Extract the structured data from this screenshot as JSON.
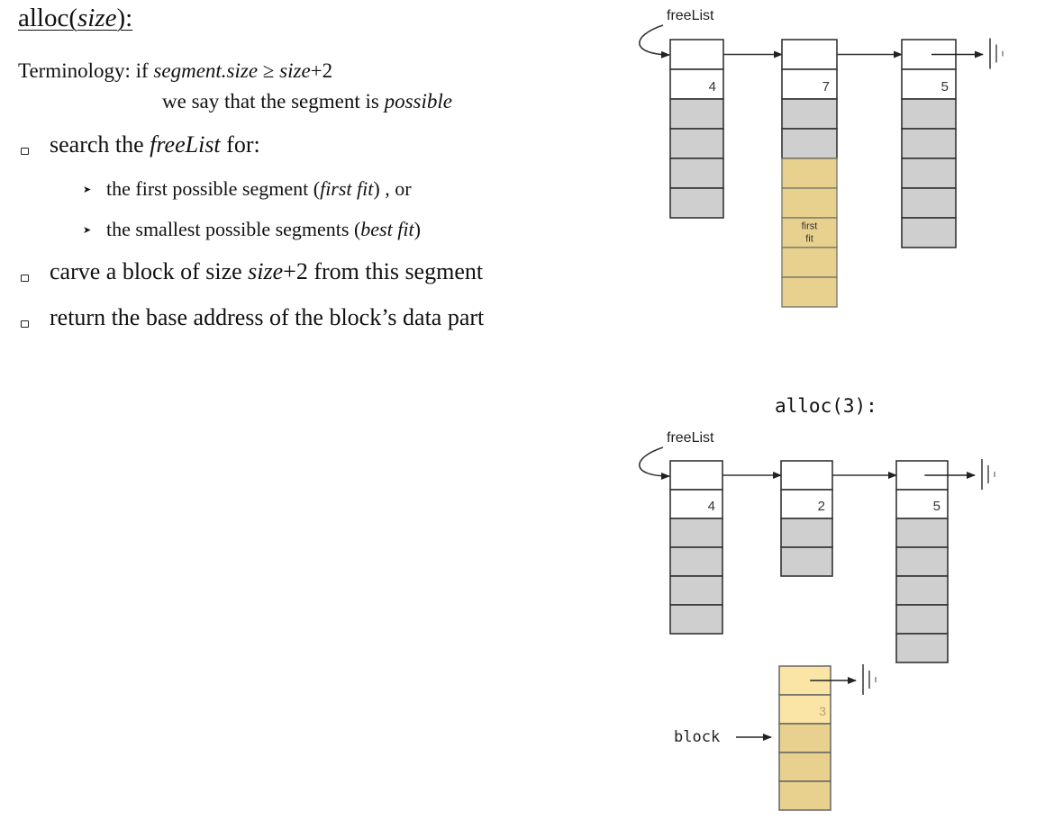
{
  "slide": {
    "title_main": "alloc(",
    "title_arg": "size",
    "title_end": "):",
    "terminology": {
      "label": "Terminology: if ",
      "expr_left": "segment.size",
      "op": " ≥ ",
      "expr_right_var": "size",
      "expr_right_rest": "+2",
      "line2_text": "we say that the segment is ",
      "line2_em": "possible"
    },
    "bullets": [
      {
        "pre": "search the ",
        "em": "freeList",
        "post": " for:"
      },
      {
        "pre": "carve a block of size ",
        "em": "size",
        "post": "+2 from this segment"
      },
      {
        "pre": "return the base address of the block’s data part",
        "em": "",
        "post": ""
      }
    ],
    "sub_bullets": [
      {
        "pre": "the first possible segment (",
        "em": "first fit",
        "post": ") , or"
      },
      {
        "pre": "the smallest possible segments (",
        "em": "best fit",
        "post": ")"
      }
    ]
  },
  "colors": {
    "gray_cell": "#cfcfcf",
    "highlight_cell": "#e8d08e",
    "block_header": "#fbe5a6",
    "border": "#333333"
  },
  "diagram_before": {
    "head_label": "freeList",
    "segments": [
      {
        "size": "4",
        "gray_cells": 4,
        "highlight_cells": 0
      },
      {
        "size": "7",
        "gray_cells": 2,
        "highlight_cells": 5,
        "highlight_label_1": "first",
        "highlight_label_2": "fit"
      },
      {
        "size": "5",
        "gray_cells": 5,
        "highlight_cells": 0
      }
    ]
  },
  "diagram_after": {
    "caption": "alloc(3):",
    "head_label": "freeList",
    "segments": [
      {
        "size": "4",
        "gray_cells": 4
      },
      {
        "size": "2",
        "gray_cells": 2
      },
      {
        "size": "5",
        "gray_cells": 5
      }
    ],
    "block": {
      "label": "block",
      "size": "3",
      "data_cells": 3
    }
  }
}
